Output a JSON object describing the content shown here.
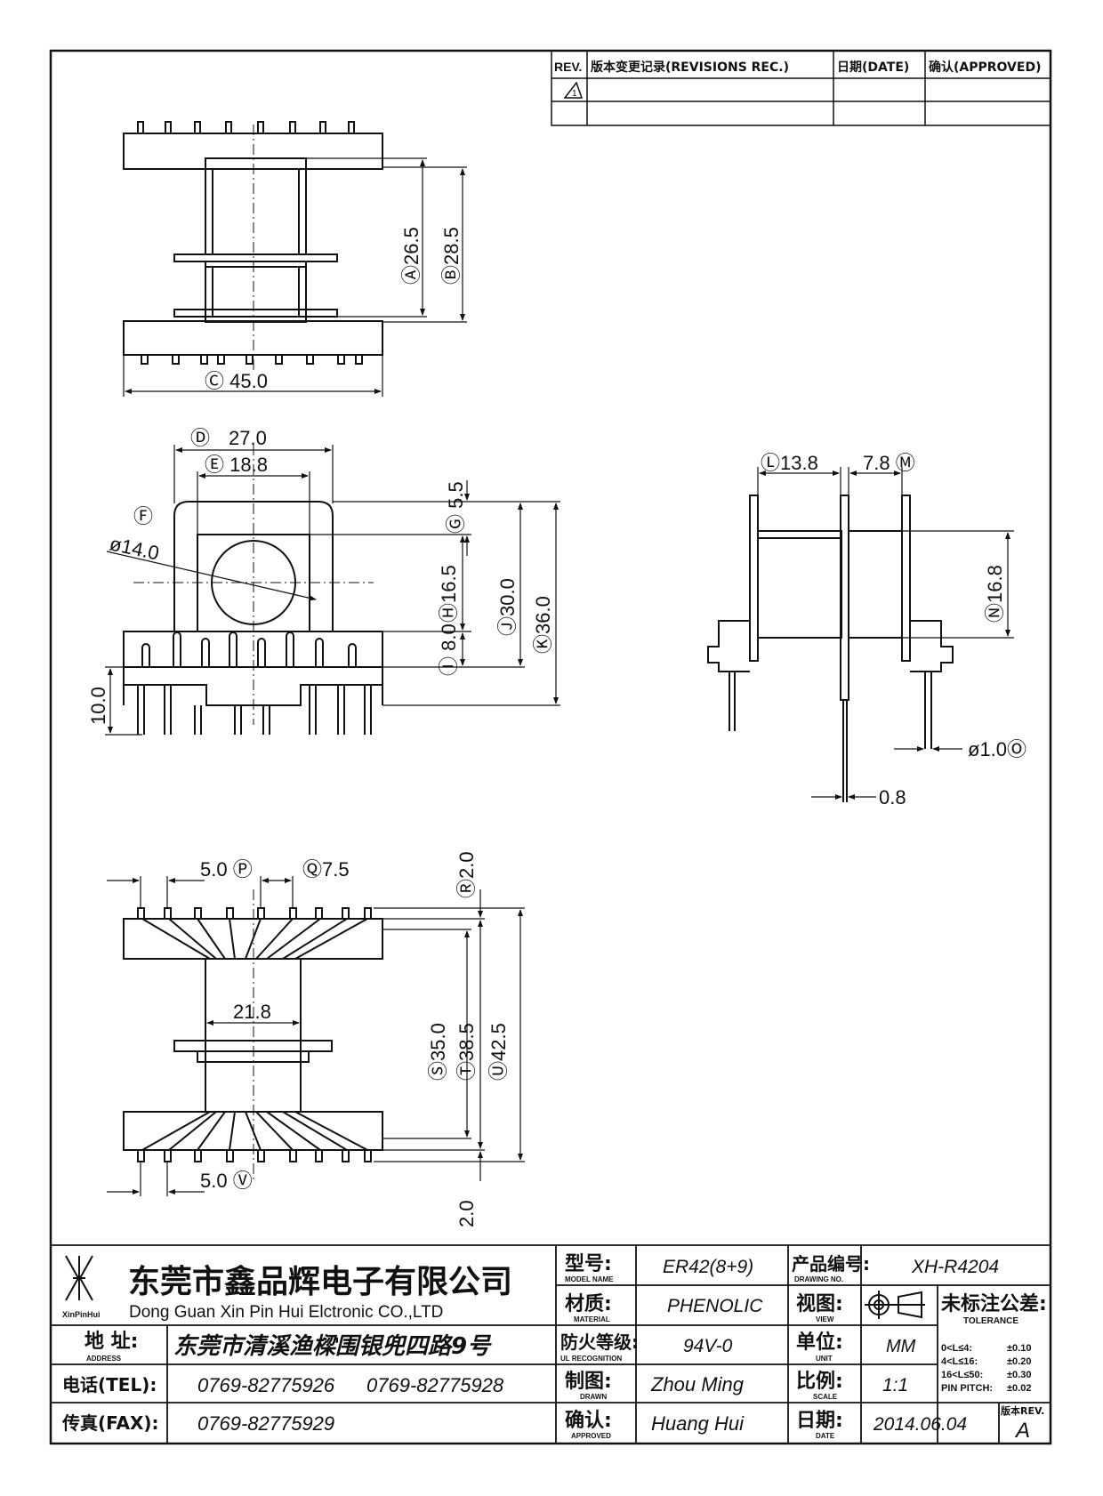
{
  "revision_table": {
    "rev_header": "REV.",
    "record_header": "版本变更记录(REVISIONS REC.)",
    "date_header": "日期(DATE)",
    "approved_header": "确认(APPROVED)",
    "rev_mark": "1"
  },
  "dims": {
    "A": "Ⓐ26.5",
    "B": "Ⓑ28.5",
    "C": "Ⓒ 45.0",
    "D_letter": "Ⓓ",
    "D": "27.0",
    "E": "Ⓔ 18.8",
    "F_letter": "Ⓕ",
    "F": "ø14.0",
    "G": "Ⓖ 5.5",
    "H": "Ⓗ16.5",
    "I": "Ⓘ 8.0",
    "J": "Ⓙ30.0",
    "K": "Ⓚ36.0",
    "pin_len": "10.0",
    "L": "Ⓛ13.8",
    "M": "7.8 Ⓜ",
    "N": "Ⓝ16.8",
    "O": "ø1.0Ⓞ",
    "plate": "0.8",
    "P": "5.0 Ⓟ",
    "Q": "Ⓠ7.5",
    "R": "Ⓡ2.0",
    "mid": "21.8",
    "S": "Ⓢ35.0",
    "T": "Ⓣ38.5",
    "U": "Ⓤ42.5",
    "V": "5.0 Ⓥ",
    "bottom": "2.0"
  },
  "title_block": {
    "company_cn": "东莞市鑫品辉电子有限公司",
    "company_en": "Dong Guan Xin Pin Hui Elctronic CO.,LTD",
    "logo_text": "XinPinHui",
    "address_label": "地 址:",
    "address_label_en": "ADDRESS",
    "address_value": "东莞市清溪渔樑围银兜四路9号",
    "tel_label": "电话(TEL):",
    "tel_value_1": "0769-82775926",
    "tel_value_2": "0769-82775928",
    "fax_label": "传真(FAX):",
    "fax_value": "0769-82775929",
    "model_label": "型号:",
    "model_label_en": "MODEL NAME",
    "model_value": "ER42(8+9)",
    "material_label": "材质:",
    "material_label_en": "MATERIAL",
    "material_value": "PHENOLIC",
    "ul_label": "防火等级:",
    "ul_label_en": "UL RECOGNITION",
    "ul_value": "94V-0",
    "drawn_label": "制图:",
    "drawn_label_en": "DRAWN",
    "drawn_value": "Zhou Ming",
    "approved_label": "确认:",
    "approved_label_en": "APPROVED",
    "approved_value": "Huang Hui",
    "drawing_no_label": "产品编号:",
    "drawing_no_label_en": "DRAWING NO.",
    "drawing_no_value": "XH-R4204",
    "view_label": "视图:",
    "view_label_en": "VIEW",
    "unit_label": "单位:",
    "unit_label_en": "UNIT",
    "unit_value": "MM",
    "scale_label": "比例:",
    "scale_label_en": "SCALE",
    "scale_value": "1:1",
    "date_label": "日期:",
    "date_label_en": "DATE",
    "date_value": "2014.06.04",
    "tolerance_label": "未标注公差:",
    "tolerance_label_en": "TOLERANCE",
    "tolerances": [
      {
        "range": "0<L≤4:",
        "value": "±0.10"
      },
      {
        "range": "4<L≤16:",
        "value": "±0.20"
      },
      {
        "range": "16<L≤50:",
        "value": "±0.30"
      },
      {
        "range": "PIN PITCH:",
        "value": "±0.02"
      }
    ],
    "rev_label": "版本REV.",
    "rev_value": "A"
  }
}
